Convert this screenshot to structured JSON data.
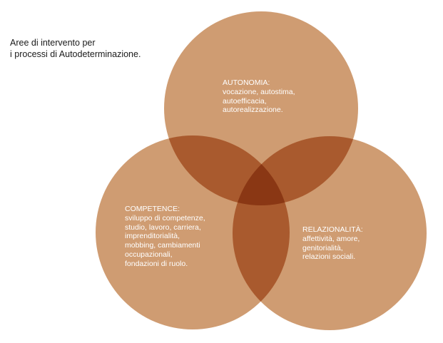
{
  "caption": {
    "line1": "Aree di intervento per",
    "line2": "i processi di Autodeterminazione."
  },
  "colors": {
    "circle": "#CF9C72",
    "pair_overlap": "#A95A2E",
    "center_overlap": "#8A3714",
    "label_text": "#FFFFFF"
  },
  "circles": {
    "autonomia": {
      "title": "AUTONOMIA:",
      "lines": [
        "vocazione, autostima,",
        "autoefficacia,",
        "autorealizzazione."
      ]
    },
    "competence": {
      "title": "COMPETENCE:",
      "lines": [
        "sviluppo di competenze,",
        "studio, lavoro, carriera,",
        "imprenditorialità,",
        "mobbing, cambiamenti",
        "occupazionali,",
        "fondazioni di ruolo."
      ]
    },
    "relazionalita": {
      "title": "RELAZIONALITÀ:",
      "lines": [
        "affettività, amore,",
        "genitorialità,",
        "relazioni sociali."
      ]
    }
  }
}
